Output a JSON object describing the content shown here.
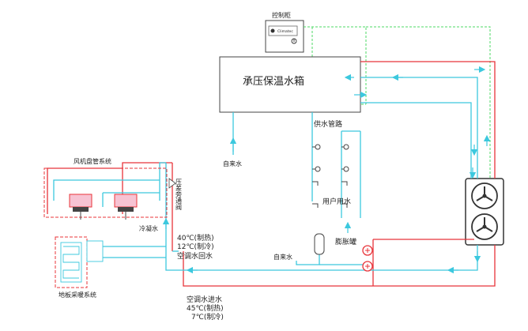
{
  "labels": {
    "control_cabinet": "控制柜",
    "tank": "承压保温水箱",
    "supply_pipe": "供水管路",
    "domestic_water": "用户用水",
    "tap_water_top": "自来水",
    "tap_water_bottom": "自来水",
    "expansion_tank": "膨胀罐",
    "bypass_valve": "压差旁通阀",
    "fan_coil_system": "风机盘管系统",
    "condensate": "冷凝水",
    "floor_heating": "地板采暖系统",
    "return_line1": "40℃(制热)",
    "return_line2": "12℃(制冷)",
    "return_line3": "空调水回水",
    "supply_line1": "空调水进水",
    "supply_line2": "45℃(制热)",
    "supply_line3": "7℃(制冷)",
    "controller_brand": "Climatec"
  },
  "colors": {
    "hot_pipe": "#e8343a",
    "cold_pipe": "#3cc8de",
    "control_wire": "#4cd964",
    "structure": "#555555"
  }
}
